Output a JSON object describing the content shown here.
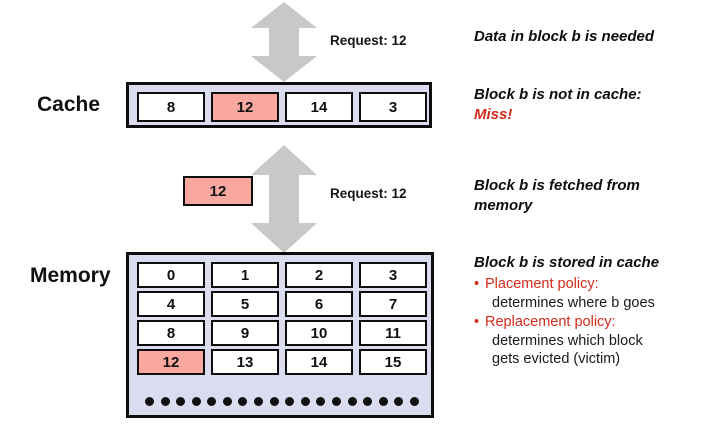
{
  "labels": {
    "cache": "Cache",
    "memory": "Memory"
  },
  "requests": {
    "top": "Request: 12",
    "middle": "Request: 12"
  },
  "cache": {
    "cells": [
      {
        "value": "8",
        "highlight": false
      },
      {
        "value": "12",
        "highlight": true
      },
      {
        "value": "14",
        "highlight": false
      },
      {
        "value": "3",
        "highlight": false
      }
    ]
  },
  "fetched_block": {
    "value": "12",
    "highlight": true
  },
  "memory": {
    "rows": [
      [
        "0",
        "1",
        "2",
        "3"
      ],
      [
        "4",
        "5",
        "6",
        "7"
      ],
      [
        "8",
        "9",
        "10",
        "11"
      ],
      [
        "12",
        "13",
        "14",
        "15"
      ]
    ],
    "highlight_cell": "12",
    "ellipsis_dot_count": 18
  },
  "notes": {
    "line1": "Data in block b is needed",
    "line2": "Block b is not in cache:",
    "line3": "Miss!",
    "line4a": "Block b is fetched from",
    "line4b": "memory",
    "line5": "Block b is stored in cache",
    "bullets": [
      {
        "marker": "•",
        "head": "Placement policy:",
        "sub": "determines where b goes"
      },
      {
        "marker": "•",
        "head": "Replacement policy:",
        "sub_lines": [
          "determines which block",
          "gets evicted (victim)"
        ]
      }
    ]
  },
  "colors": {
    "box_background": "#dcdcf0",
    "block_fill": "#ffffff",
    "highlight_fill": "#f9a8a0",
    "arrow_gray": "#c8c8c8",
    "outline": "#0d0d0d",
    "accent_red": "#d42b1b"
  }
}
